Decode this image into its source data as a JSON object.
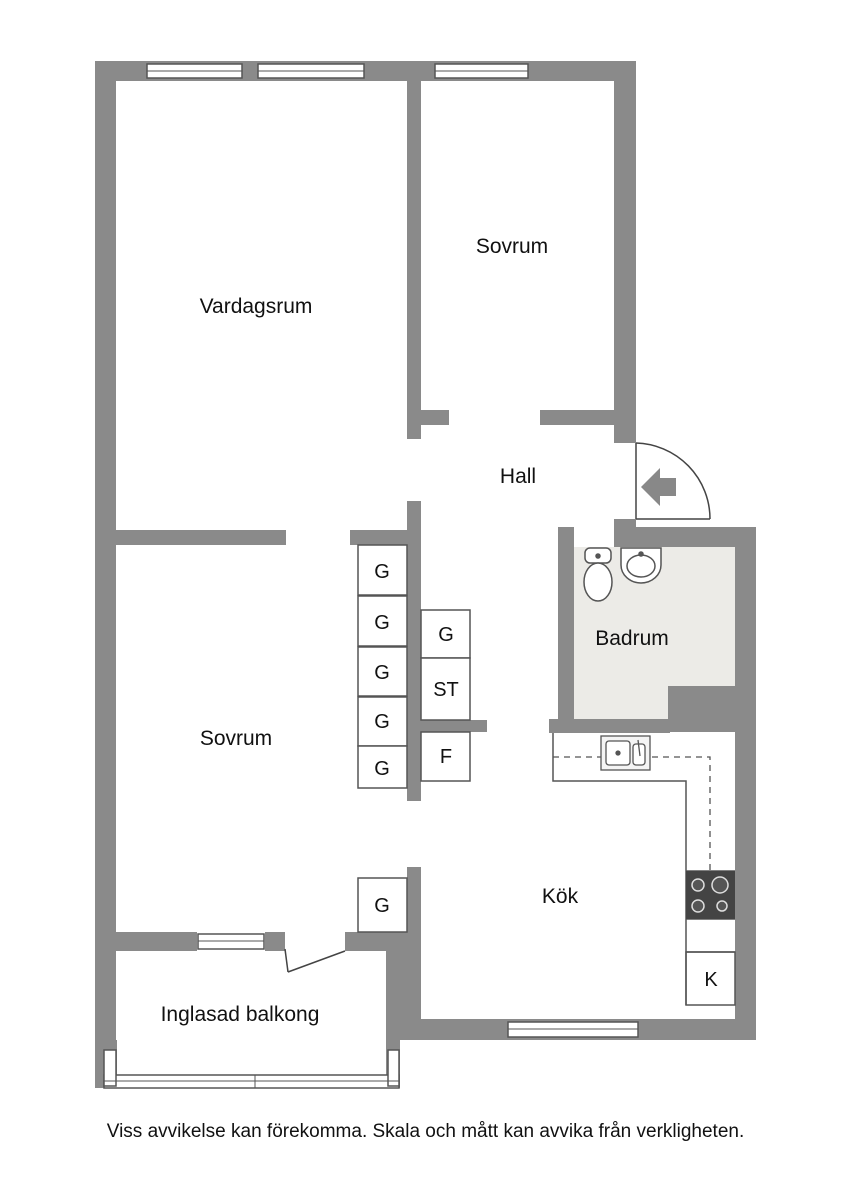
{
  "colors": {
    "wall": "#8a8a8a",
    "bathroom_floor": "#ecebe7",
    "wall_outline": "#555555",
    "fixture": "#666666"
  },
  "rooms": {
    "living_room": "Vardagsrum",
    "bedroom_top": "Sovrum",
    "hall": "Hall",
    "bathroom": "Badrum",
    "bedroom_bottom": "Sovrum",
    "kitchen": "Kök",
    "balcony": "Inglasad balkong"
  },
  "closets": {
    "g1": "G",
    "g2": "G",
    "g3": "G",
    "g4": "G",
    "g5": "G",
    "g6": "G",
    "st": "ST",
    "f": "F",
    "g7": "G",
    "k": "K"
  },
  "icons": [
    "entrance-arrow-icon",
    "toilet-icon",
    "sink-icon",
    "kitchen-sink-icon",
    "stove-icon"
  ],
  "disclaimer": "Viss avvikelse kan förekomma. Skala och mått kan avvika från verkligheten."
}
